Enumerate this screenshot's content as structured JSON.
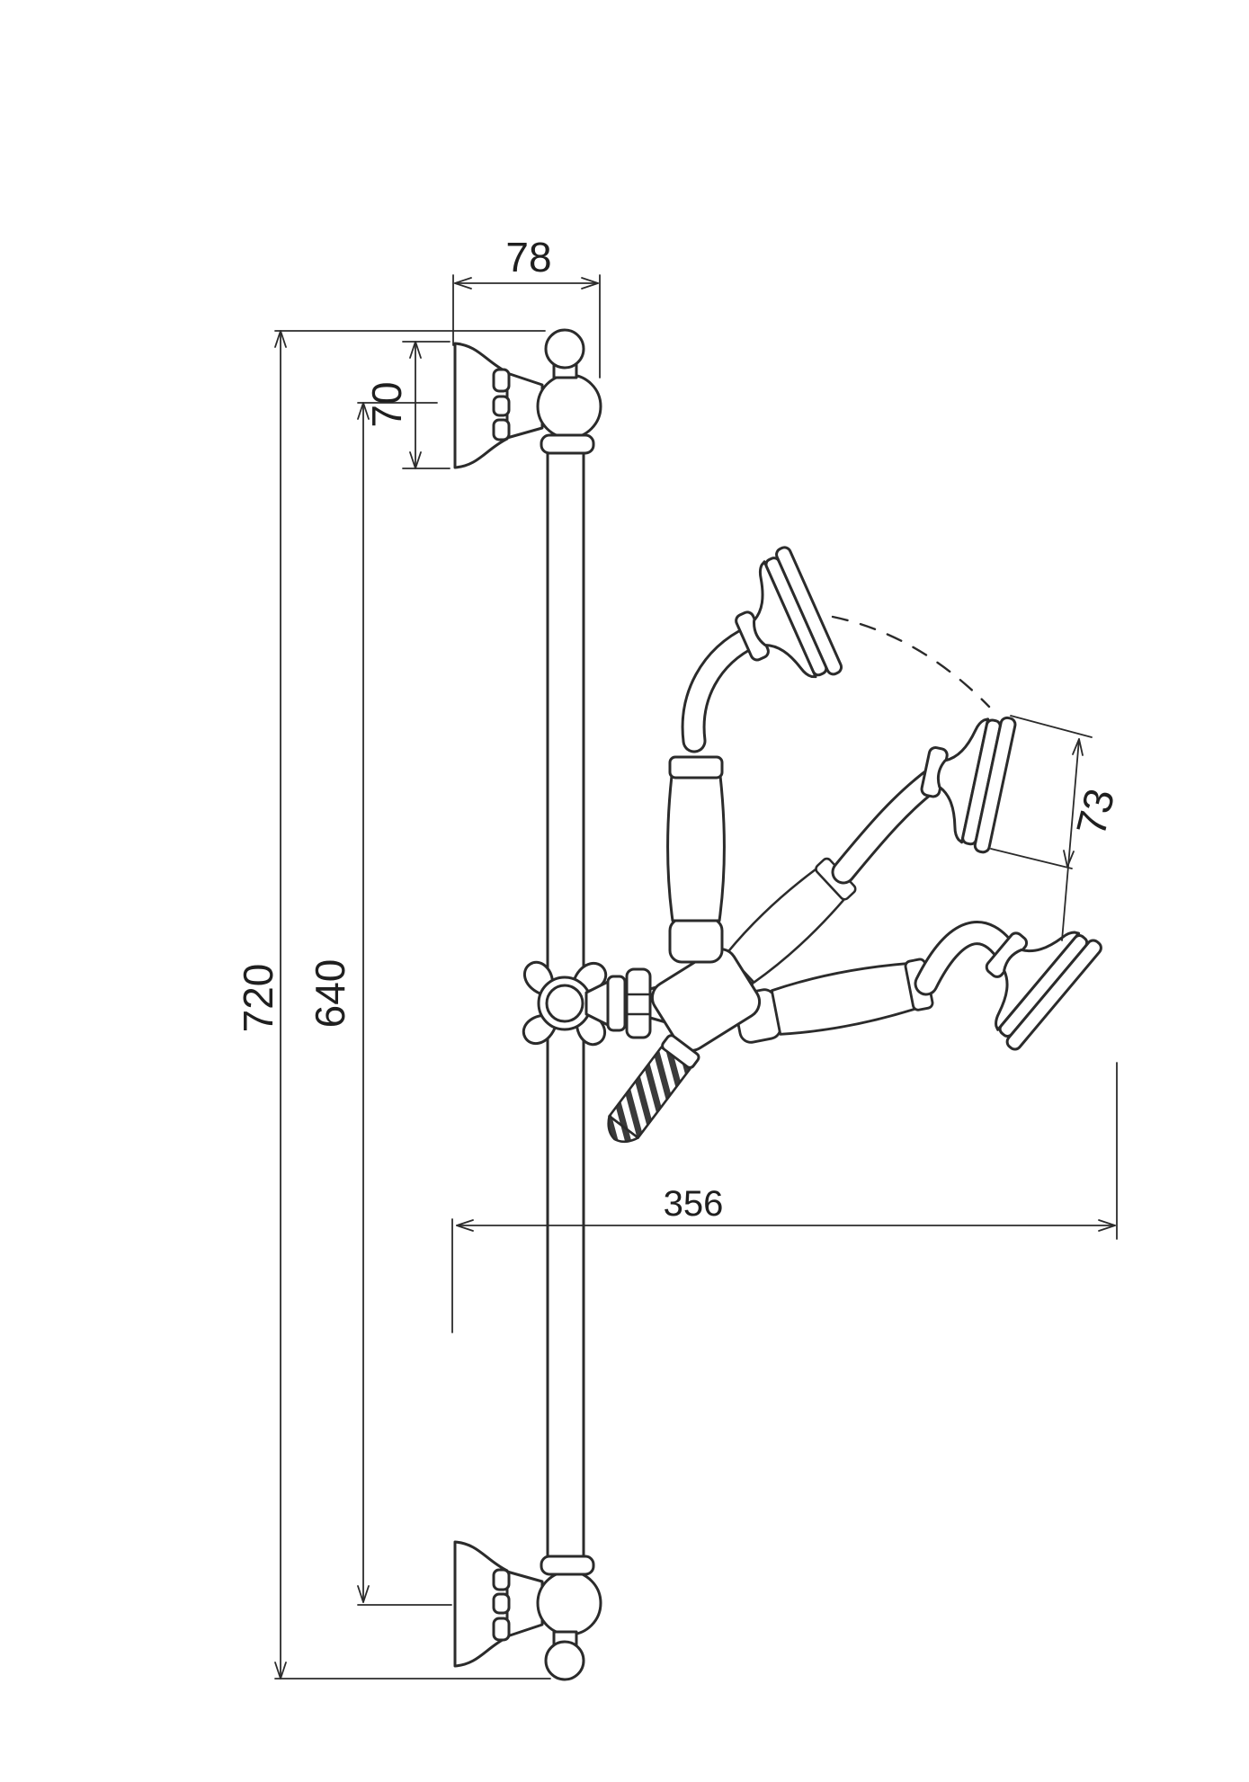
{
  "drawing": {
    "background_color": "#ffffff",
    "line_color": "#2b2b2b",
    "text_color": "#1f1f1f"
  },
  "dimensions": {
    "bracket_width": {
      "value": "78"
    },
    "bracket_height": {
      "value": "70"
    },
    "rail_overall_length": {
      "value": "720"
    },
    "bracket_centres": {
      "value": "640"
    },
    "handset_projection": {
      "value": "356"
    },
    "handset_head_width": {
      "value": "73"
    }
  }
}
